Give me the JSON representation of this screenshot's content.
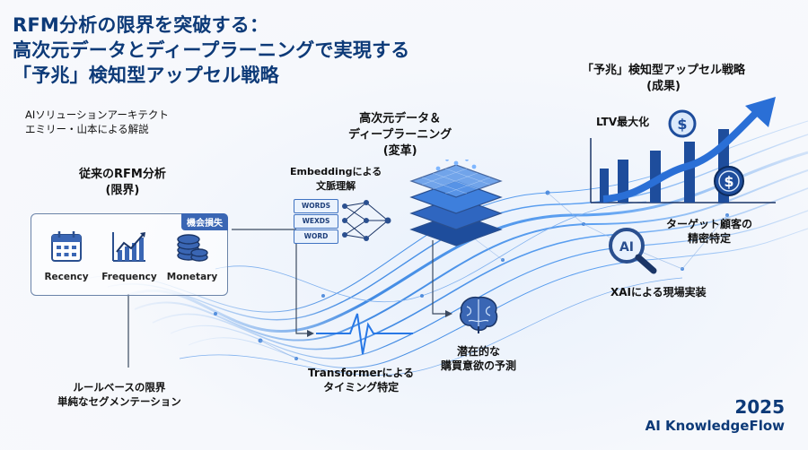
{
  "title": {
    "line1": "RFM分析の限界を突破する：",
    "line2": "高次元データとディープラーニングで実現する",
    "line3": "「予兆」検知型アップセル戦略"
  },
  "author": {
    "line1": "AIソリューションアーキテクト",
    "line2": "エミリー・山本による解説"
  },
  "legacy": {
    "heading1": "従来のRFM分析",
    "heading2": "(限界)",
    "badge": "機会損失",
    "items": [
      {
        "label": "Recency",
        "icon": "calendar-icon"
      },
      {
        "label": "Frequency",
        "icon": "growth-chart-icon"
      },
      {
        "label": "Monetary",
        "icon": "coin-stack-icon"
      }
    ],
    "limit_line1": "ルールベースの限界",
    "limit_line2": "単純なセグメンテーション"
  },
  "transform": {
    "heading1": "高次元データ＆",
    "heading2": "ディープラーニング",
    "heading3": "(変革)",
    "embedding1": "Embeddingによる",
    "embedding2": "文脈理解",
    "words": [
      "WORDS",
      "WEXDS",
      "WORD"
    ],
    "transformer1": "Transformerによる",
    "transformer2": "タイミング特定",
    "latent1": "潜在的な",
    "latent2": "購買意欲の予測"
  },
  "outcome": {
    "heading1": "「予兆」検知型アップセル戦略",
    "heading2": "(成果)",
    "ltv": "LTV最大化",
    "target1": "ターゲット顧客の",
    "target2": "精密特定",
    "xai": "XAIによる現場実装",
    "ai_icon_text": "AI"
  },
  "footer": {
    "year": "2025",
    "brand": "AI KnowledgeFlow"
  },
  "colors": {
    "title": "#0d3a78",
    "accent": "#3a66b4",
    "wave": "#2f7fe0"
  }
}
